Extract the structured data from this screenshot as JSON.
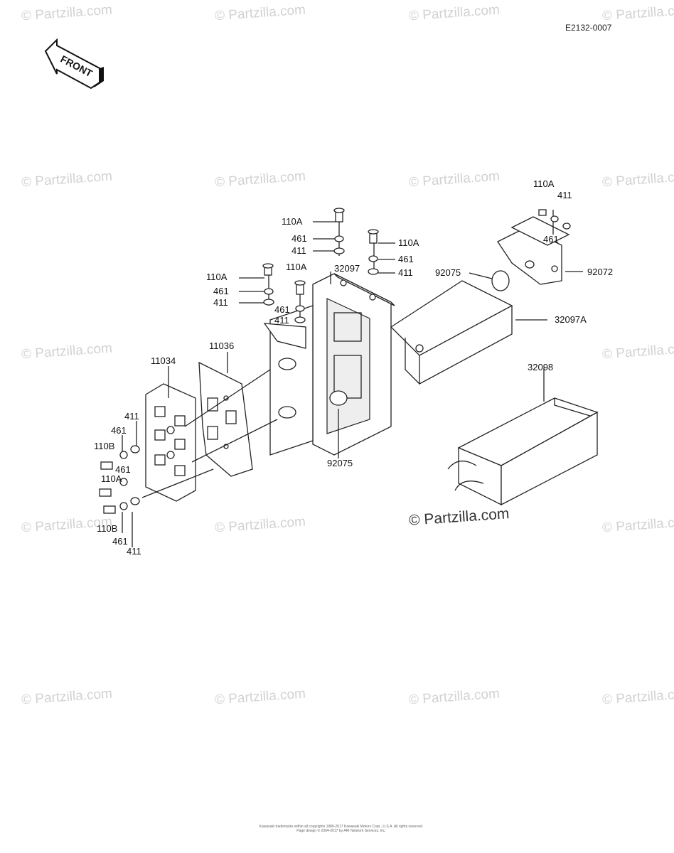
{
  "diagram_code": "E2132-0007",
  "front_label": "FRONT",
  "watermark_text": "© Partzilla.com",
  "footer_lines": [
    "Kawasaki trademarks within all copyrights 1986-2017 Kawasaki Motors Corp., U.S.A. All rights reserved.",
    "Page design © 2004-2017 by ARI Network Services, Inc."
  ],
  "parts": [
    {
      "id": "110A-top",
      "label": "110A"
    },
    {
      "id": "461-top",
      "label": "461"
    },
    {
      "id": "411-top",
      "label": "411"
    },
    {
      "id": "110A-mid",
      "label": "110A"
    },
    {
      "id": "461-mid",
      "label": "461"
    },
    {
      "id": "411-mid",
      "label": "411"
    },
    {
      "id": "32097",
      "label": "32097"
    },
    {
      "id": "110A-left",
      "label": "110A"
    },
    {
      "id": "461-left",
      "label": "461"
    },
    {
      "id": "411-left",
      "label": "411"
    },
    {
      "id": "110A-center",
      "label": "110A"
    },
    {
      "id": "461-center",
      "label": "461"
    },
    {
      "id": "411-center",
      "label": "411"
    },
    {
      "id": "110A-right",
      "label": "110A"
    },
    {
      "id": "411-right",
      "label": "411"
    },
    {
      "id": "461-right",
      "label": "461"
    },
    {
      "id": "92072",
      "label": "92072"
    },
    {
      "id": "92075-right",
      "label": "92075"
    },
    {
      "id": "32097A",
      "label": "32097A"
    },
    {
      "id": "32098",
      "label": "32098"
    },
    {
      "id": "11036",
      "label": "11036"
    },
    {
      "id": "11034",
      "label": "11034"
    },
    {
      "id": "411-plate-top",
      "label": "411"
    },
    {
      "id": "461-plate-top",
      "label": "461"
    },
    {
      "id": "110B-top",
      "label": "110B"
    },
    {
      "id": "461-plate-mid",
      "label": "461"
    },
    {
      "id": "110A-plate",
      "label": "110A"
    },
    {
      "id": "110B-bottom",
      "label": "110B"
    },
    {
      "id": "461-plate-bottom",
      "label": "461"
    },
    {
      "id": "411-plate-bottom",
      "label": "411"
    },
    {
      "id": "92075-bottom",
      "label": "92075"
    }
  ]
}
